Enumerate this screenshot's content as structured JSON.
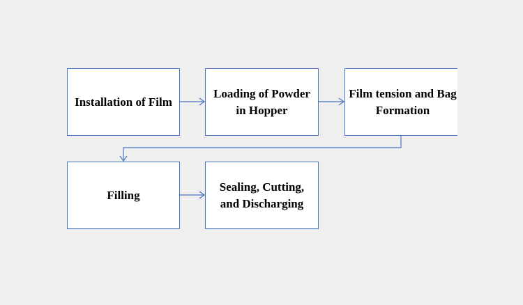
{
  "diagram": {
    "steps": [
      {
        "id": "installation",
        "label": "Installation of Film"
      },
      {
        "id": "loading",
        "label": "Loading of Powder in Hopper"
      },
      {
        "id": "tension",
        "label": "Film tension and Bag Formation"
      },
      {
        "id": "filling",
        "label": "Filling"
      },
      {
        "id": "sealing",
        "label": "Sealing, Cutting, and Discharging"
      }
    ],
    "colors": {
      "background": "#efefef",
      "box_fill": "#ffffff",
      "box_border": "#4a74c4",
      "arrow": "#4a74c4",
      "text": "#000000"
    }
  }
}
